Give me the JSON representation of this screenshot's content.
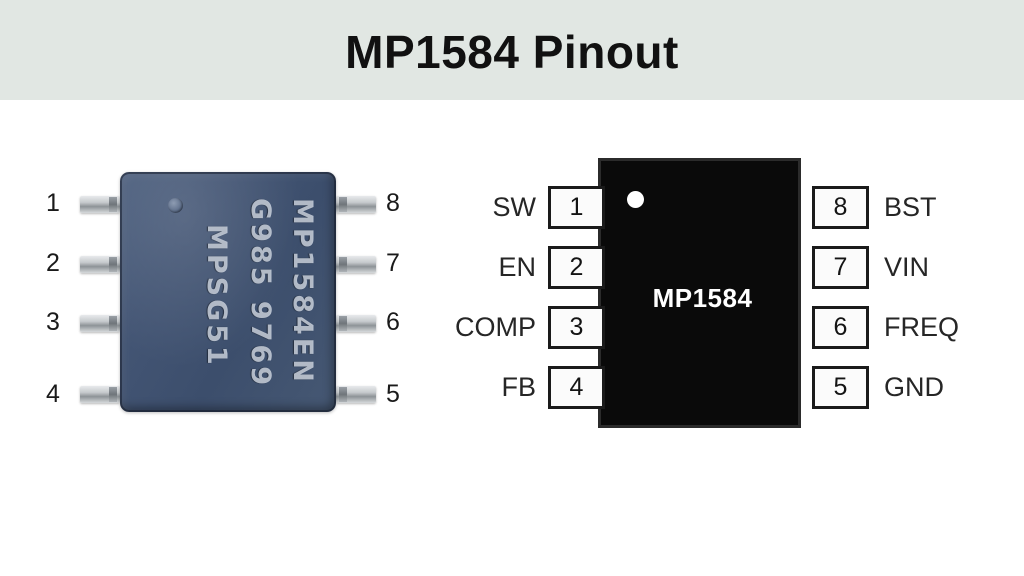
{
  "header": {
    "title": "MP1584 Pinout",
    "band_color": "#e1e7e3"
  },
  "photo": {
    "caption_none": "",
    "package_markings": {
      "line1": "MP1584EN",
      "line2": "G985 9769",
      "line3": "MPSG51"
    },
    "pin_numbers_left": [
      "1",
      "2",
      "3",
      "4"
    ],
    "pin_numbers_right": [
      "8",
      "7",
      "6",
      "5"
    ],
    "body_color": "#435574",
    "lead_color": "#c6cacd"
  },
  "pinout": {
    "part_name": "MP1584",
    "body_color": "#0a0a0a",
    "pin1_marker": "pin1-dot",
    "pins_left": [
      {
        "number": "1",
        "label": "SW"
      },
      {
        "number": "2",
        "label": "EN"
      },
      {
        "number": "3",
        "label": "COMP"
      },
      {
        "number": "4",
        "label": "FB"
      }
    ],
    "pins_right": [
      {
        "number": "8",
        "label": "BST"
      },
      {
        "number": "7",
        "label": "VIN"
      },
      {
        "number": "6",
        "label": "FREQ"
      },
      {
        "number": "5",
        "label": "GND"
      }
    ]
  }
}
